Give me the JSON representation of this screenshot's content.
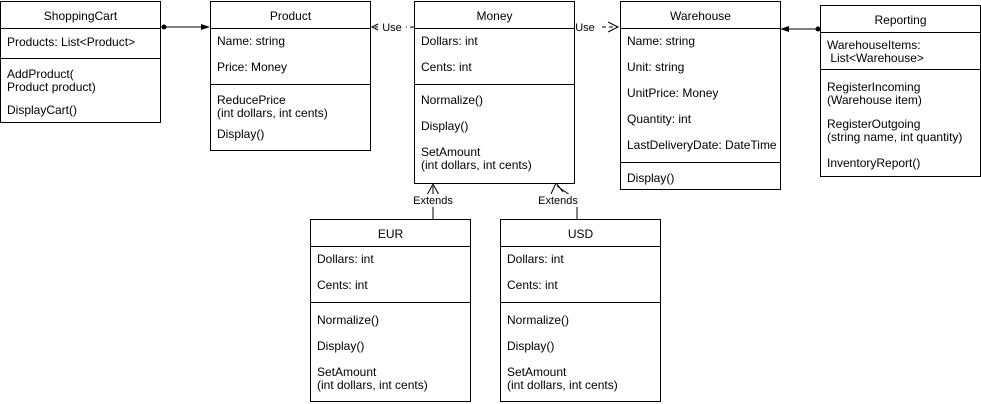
{
  "classes": {
    "shopping_cart": {
      "name": "ShoppingCart",
      "attributes": [
        "Products: List<Product>"
      ],
      "methods": [
        "AddProduct(\nProduct product)",
        "DisplayCart()"
      ]
    },
    "product": {
      "name": "Product",
      "attributes": [
        "Name: string",
        "Price: Money"
      ],
      "methods": [
        "ReducePrice\n(int dollars, int cents)",
        "Display()"
      ]
    },
    "money": {
      "name": "Money",
      "attributes": [
        "Dollars: int",
        "Cents: int"
      ],
      "methods": [
        "Normalize()",
        "Display()",
        "SetAmount\n(int dollars, int cents)"
      ]
    },
    "warehouse": {
      "name": "Warehouse",
      "attributes": [
        "Name: string",
        "Unit: string",
        "UnitPrice: Money",
        "Quantity: int",
        "LastDeliveryDate: DateTime"
      ],
      "methods": [
        "Display()"
      ]
    },
    "reporting": {
      "name": "Reporting",
      "attributes": [
        "WarehouseItems:\n List<Warehouse>"
      ],
      "methods": [
        "RegisterIncoming\n(Warehouse item)",
        "RegisterOutgoing\n(string name, int quantity)",
        "InventoryReport()"
      ]
    },
    "eur": {
      "name": "EUR",
      "attributes": [
        "Dollars: int",
        "Cents: int"
      ],
      "methods": [
        "Normalize()",
        "Display()",
        "SetAmount\n(int dollars, int cents)"
      ]
    },
    "usd": {
      "name": "USD",
      "attributes": [
        "Dollars: int",
        "Cents: int"
      ],
      "methods": [
        "Normalize()",
        "Display()",
        "SetAmount\n(int dollars, int cents)"
      ]
    }
  },
  "relations": {
    "product_money": "Use",
    "money_warehouse": "Use",
    "eur_money": "Extends",
    "usd_money": "Extends"
  }
}
